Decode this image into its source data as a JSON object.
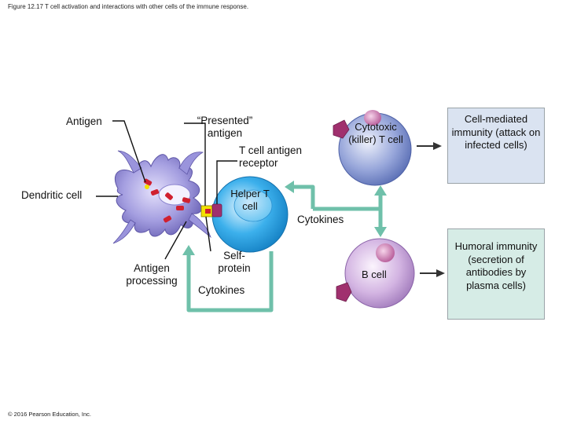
{
  "caption": "Figure 12.17 T cell activation and interactions with other cells of the immune response.",
  "copyright": "© 2016 Pearson Education, Inc.",
  "labels": {
    "antigen": "Antigen",
    "presented_antigen": "“Presented” antigen",
    "t_cell_antigen_receptor": "T cell antigen receptor",
    "dendritic_cell": "Dendritic cell",
    "helper_t_cell": "Helper T cell",
    "cytotoxic_t_cell": "Cytotoxic (killer) T cell",
    "cytokines_top": "Cytokines",
    "antigen_processing": "Antigen processing",
    "self_protein": "Self- protein",
    "cytokines_bottom": "Cytokines",
    "b_cell": "B cell"
  },
  "outcomes": {
    "cell_mediated": "Cell-mediated immunity (attack on infected cells)",
    "humoral": "Humoral immunity (secretion of antibodies by plasma cells)"
  },
  "colors": {
    "arrow": "#6fc0aa",
    "dendritic": "#8f88d0",
    "helper": "#2aa6e6",
    "cytotoxic": "#8e9fd6",
    "b_cell": "#cfb0de",
    "antigen": "#d0202f",
    "receptor": "#a0306e",
    "self_protein": "#f2e100",
    "box_blue": "#dae3f1",
    "box_green": "#d6ece6"
  }
}
